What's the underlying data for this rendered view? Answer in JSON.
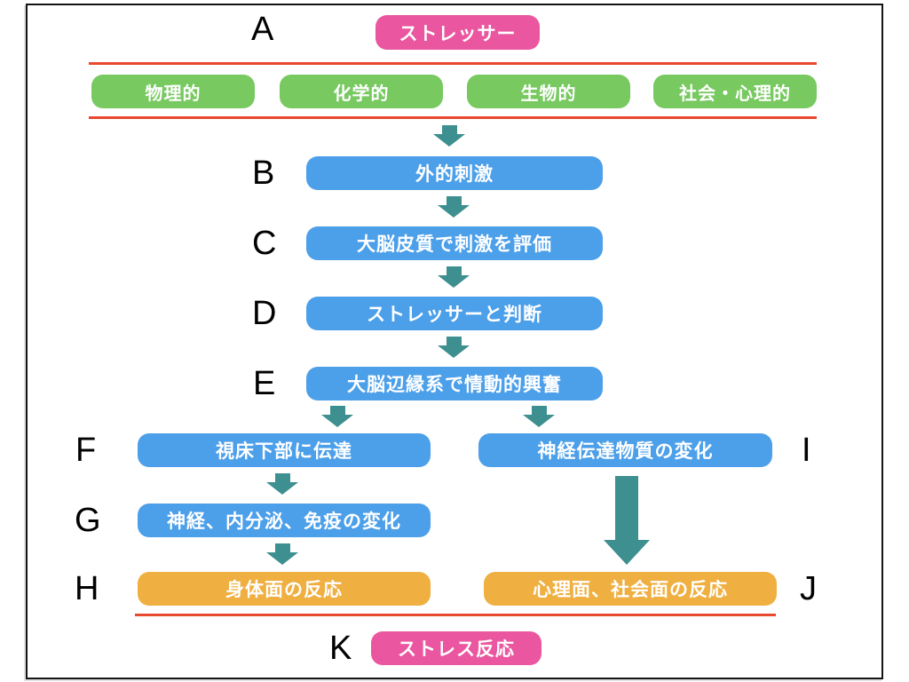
{
  "stressor": {
    "letter": "A",
    "label": "ストレッサー"
  },
  "stressor_types": [
    {
      "label": "物理的"
    },
    {
      "label": "化学的"
    },
    {
      "label": "生物的"
    },
    {
      "label": "社会・心理的"
    }
  ],
  "flow": {
    "b": {
      "letter": "B",
      "label": "外的刺激"
    },
    "c": {
      "letter": "C",
      "label": "大脳皮質で刺激を評価"
    },
    "d": {
      "letter": "D",
      "label": "ストレッサーと判断"
    },
    "e": {
      "letter": "E",
      "label": "大脳辺縁系で情動的興奮"
    },
    "f": {
      "letter": "F",
      "label": "視床下部に伝達"
    },
    "g": {
      "letter": "G",
      "label": "神経、内分泌、免疫の変化"
    },
    "h": {
      "letter": "H",
      "label": "身体面の反応"
    },
    "i": {
      "letter": "I",
      "label": "神経伝達物質の変化"
    },
    "j": {
      "letter": "J",
      "label": "心理面、社会面の反応"
    },
    "k": {
      "letter": "K",
      "label": "ストレス反応"
    }
  },
  "colors": {
    "endpoint_pink": "#EA569F",
    "type_green": "#77C960",
    "process_blue": "#4C9FE9",
    "response_orange": "#EFAF41",
    "arrow_teal": "#3E8F90",
    "divider_red": "#E8492F",
    "border_black": "#141414"
  }
}
